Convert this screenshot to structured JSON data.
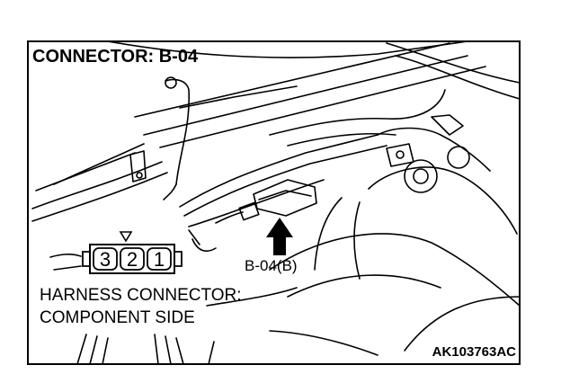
{
  "header": {
    "title": "CONNECTOR: B-04"
  },
  "connector_pins": [
    "3",
    "2",
    "1"
  ],
  "callout": {
    "label": "B-04(B)"
  },
  "caption": {
    "line1": "HARNESS CONNECTOR:",
    "line2": "COMPONENT SIDE"
  },
  "figure_code": "AK103763AC",
  "colors": {
    "ink": "#000000",
    "paper": "#ffffff"
  }
}
